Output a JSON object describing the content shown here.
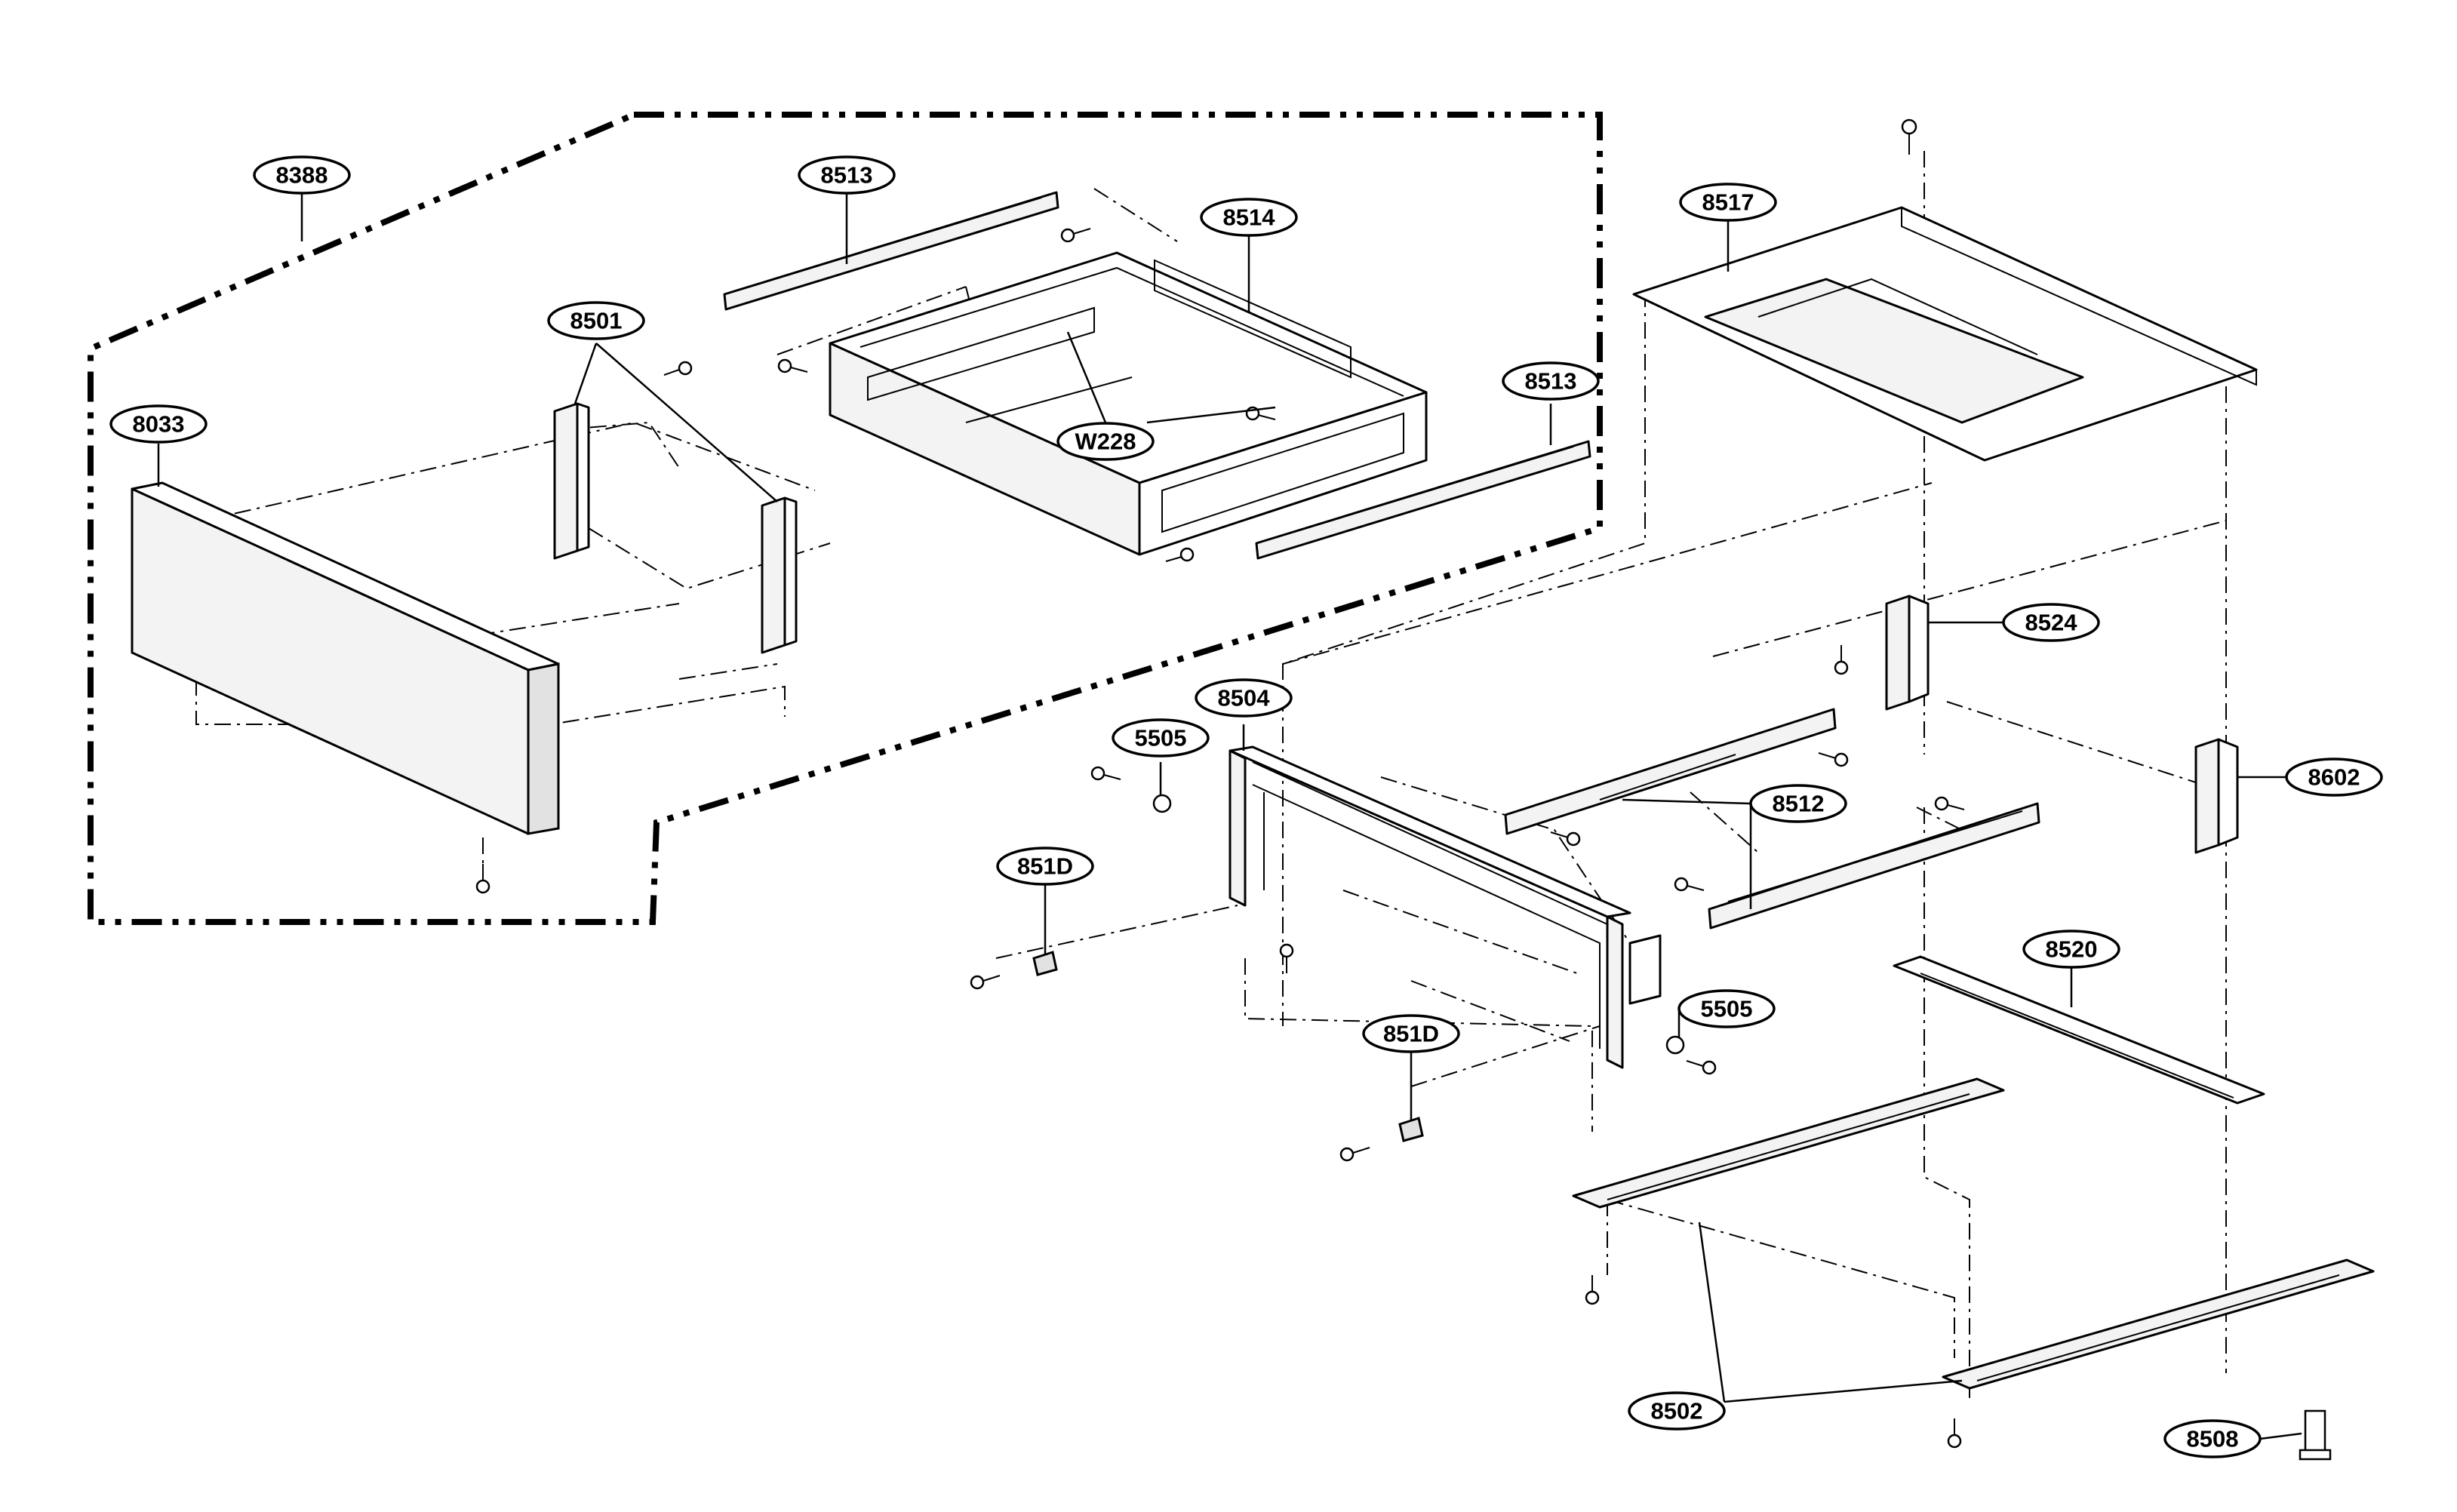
{
  "labels": {
    "l8388": "8388",
    "l8513a": "8513",
    "l8514": "8514",
    "l8517": "8517",
    "l8501": "8501",
    "l8033": "8033",
    "lW228": "W228",
    "l8513b": "8513",
    "l8524": "8524",
    "l8504": "8504",
    "l5505a": "5505",
    "l8512": "8512",
    "l8602": "8602",
    "l851Da": "851D",
    "l8520": "8520",
    "l5505b": "5505",
    "l851Db": "851D",
    "l8502": "8502",
    "l8508": "8508"
  }
}
